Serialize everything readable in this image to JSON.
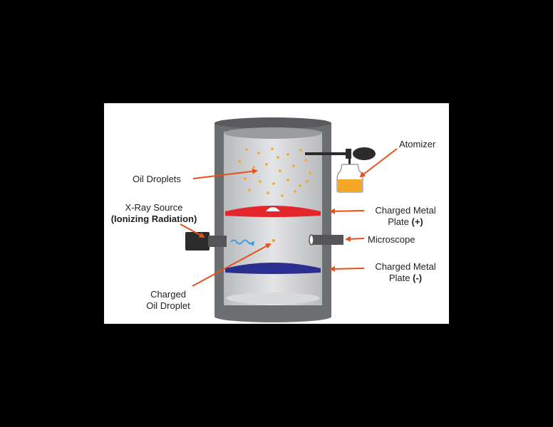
{
  "labels": {
    "atomizer": "Atomizer",
    "oil_droplets": "Oil Droplets",
    "xray_line1": "X-Ray Source",
    "xray_line2": "(Ionizing Radiation)",
    "plate_pos_line1": "Charged Metal",
    "plate_pos_line2_text": "Plate ",
    "plate_pos_sign": "(+)",
    "microscope": "Microscope",
    "plate_neg_line1": "Charged Metal",
    "plate_neg_line2_text": "Plate ",
    "plate_neg_sign": "(-)",
    "charged_line1": "Charged",
    "charged_line2": "Oil Droplet"
  },
  "colors": {
    "background": "#000000",
    "panel": "#ffffff",
    "arrow": "#e8501e",
    "positive_plate": "#e3262b",
    "negative_plate": "#2a2f8f",
    "droplet": "#f5a623",
    "xray_wave": "#3aa0e0",
    "cylinder_wall": "#6d6e71",
    "chamber_interior": "#c8c9cb"
  }
}
